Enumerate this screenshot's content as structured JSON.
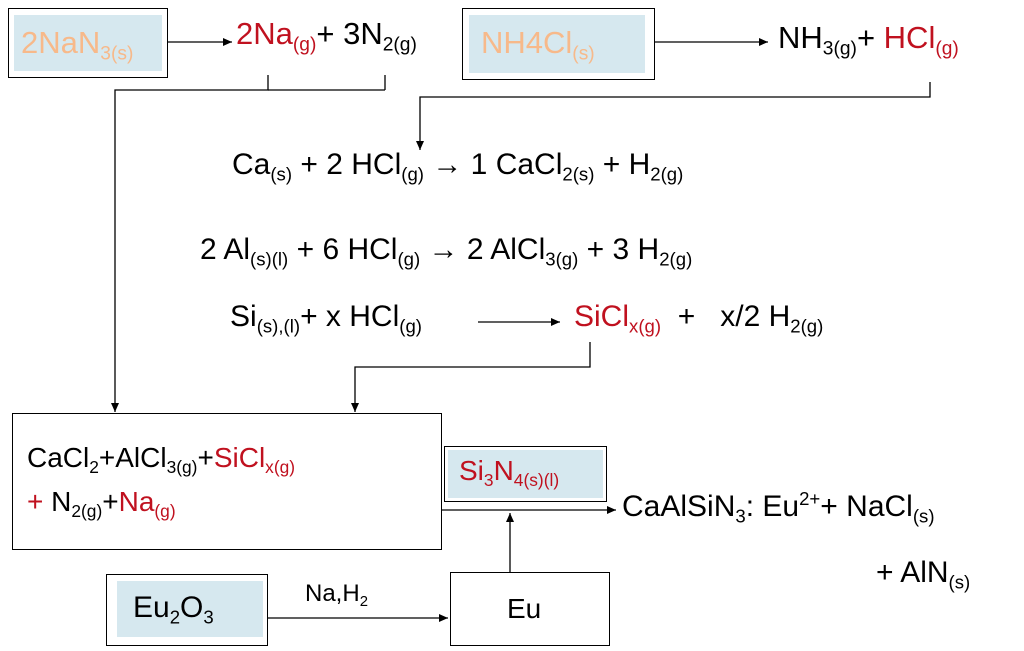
{
  "top_row": {
    "nan3": {
      "main": "2NaN",
      "sub": "3(s)"
    },
    "sodium_product": {
      "main": "2Na",
      "sub": "(g)"
    },
    "plus": "+",
    "nitrogen_product": {
      "main": "3N",
      "sub": "2(g)"
    },
    "nh4cl": {
      "main": "NH4Cl",
      "sub": "(s)"
    },
    "nh3": {
      "main": "NH",
      "sub": "3(g)"
    },
    "plus2": "+",
    "hcl": {
      "main": "HCl",
      "sub": "(g)"
    }
  },
  "reactions": {
    "r1": {
      "ca": "Ca",
      "ca_sub": "(s)",
      "mid": " + 2 HCl",
      "hcl_sub": "(g)",
      "arrow": " → ",
      "p1": "1 CaCl",
      "p1_sub": "2(s)",
      "plus": " +   H",
      "h2_sub": "2(g)"
    },
    "r2": {
      "al": "2 Al",
      "al_sub": "(s)(l)",
      "mid": " + 6 HCl",
      "hcl_sub": "(g)",
      "arrow": " → ",
      "p1": "2 AlCl",
      "p1_sub": "3(g)",
      "plus": " + 3 H",
      "h2_sub": "2(g)"
    },
    "r3": {
      "si": "Si",
      "si_sub": "(s),(l)",
      "mid": "+  x HCl",
      "hcl_sub": "(g)",
      "p1": "SiCl",
      "p1_sub": "x(g)",
      "plus": "  +   x/2 H",
      "h2_sub": "2(g)"
    }
  },
  "mixture_box": {
    "line1": {
      "a": "CaCl",
      "a_sub": "2",
      "b": "+AlCl",
      "b_sub": "3(g)",
      "c": "+",
      "d": "SiCl",
      "d_sub": "x(g)"
    },
    "line2": {
      "a": "+",
      "b": " N",
      "b_sub": "2(g)",
      "c": "+",
      "d": "Na",
      "d_sub": "(g)"
    }
  },
  "si3n4": {
    "a": "Si",
    "a_sub": "3",
    "b": "N",
    "b_sub": "4(s)(l)"
  },
  "product": {
    "a": "CaAlSiN",
    "a_sub": "3",
    "b": ": Eu",
    "b_sup": "2+",
    "c": "+ NaCl",
    "c_sub": "(s)"
  },
  "aln": {
    "a": "+ AlN",
    "a_sub": "(s)"
  },
  "eu2o3": {
    "a": "Eu",
    "a_sub": "2",
    "b": "O",
    "b_sub": "3"
  },
  "reducing_label": {
    "a": "Na,H",
    "a_sub": "2"
  },
  "eu_box": "Eu",
  "colors": {
    "red": "#c0111f",
    "peach": "#f7b98a",
    "box_fill": "#d6e8ef"
  }
}
